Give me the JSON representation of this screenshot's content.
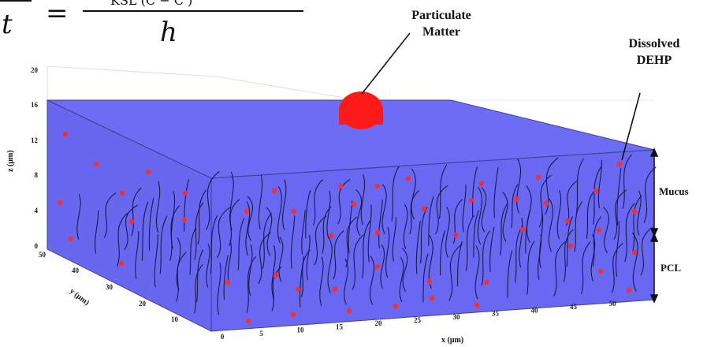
{
  "equation": {
    "left_symbol": "t",
    "equals": "=",
    "numerator_fragment": "KSL (C   − C )",
    "denominator": "h"
  },
  "labels": {
    "particulate_line1": "Particulate",
    "particulate_line2": "Matter",
    "dissolved_line1": "Dissolved",
    "dissolved_line2": "DEHP",
    "mucus": "Mucus",
    "pcl": "PCL"
  },
  "axes": {
    "z_label": "z (μm)",
    "y_label": "y (μm)",
    "x_label": "x (μm)",
    "z_ticks": [
      "0",
      "4",
      "8",
      "12",
      "16",
      "20"
    ],
    "y_ticks": [
      "10",
      "20",
      "30",
      "40",
      "50"
    ],
    "x_ticks": [
      "0",
      "5",
      "10",
      "15",
      "20",
      "25",
      "30",
      "35",
      "40",
      "45",
      "50"
    ]
  },
  "colors": {
    "mucus_fill": "#6767f2",
    "mucus_top": "#6b6bf4",
    "mucus_side": "#6a6af0",
    "particle": "#ff1a1a",
    "dehp_dot": "#ff2a2a",
    "cilia": "#1a1a4a"
  }
}
